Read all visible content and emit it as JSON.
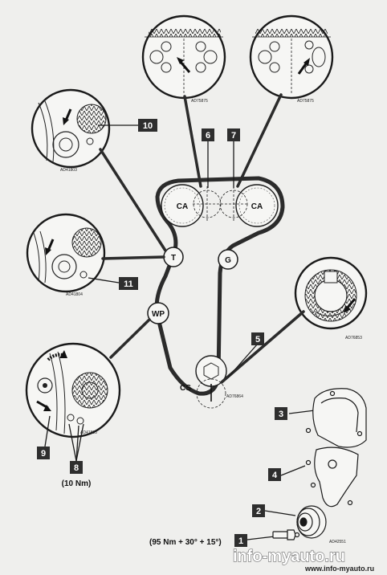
{
  "callouts": {
    "c1": "1",
    "c2": "2",
    "c3": "3",
    "c4": "4",
    "c5": "5",
    "c6": "6",
    "c7": "7",
    "c8": "8",
    "c9": "9",
    "c10": "10",
    "c11": "11"
  },
  "pulleys": {
    "cam_left": "CA",
    "cam_right": "CA",
    "tensioner": "T",
    "guide": "G",
    "water_pump": "WP",
    "crankshaft": "CS"
  },
  "refs": {
    "cam_left": "AD75875",
    "cam_right": "AD75875",
    "tensioner_top": "AD41803",
    "tensioner_bottom": "AD41804",
    "tensioner_adjust": "AD41805",
    "crank_detail": "AD76853",
    "crank_main": "AD76864",
    "pulley": "AD42551"
  },
  "torque": {
    "bolts_8": "(10 Nm)",
    "bolt_1": "(95 Nm + 30° + 15°)"
  },
  "watermark": {
    "large": "info-myauto.ru",
    "small": "www.info-myauto.ru"
  },
  "colors": {
    "belt": "#2b2b2b",
    "box": "#2e2e2e",
    "paper": "#efefed",
    "line": "#1a1a1a"
  }
}
